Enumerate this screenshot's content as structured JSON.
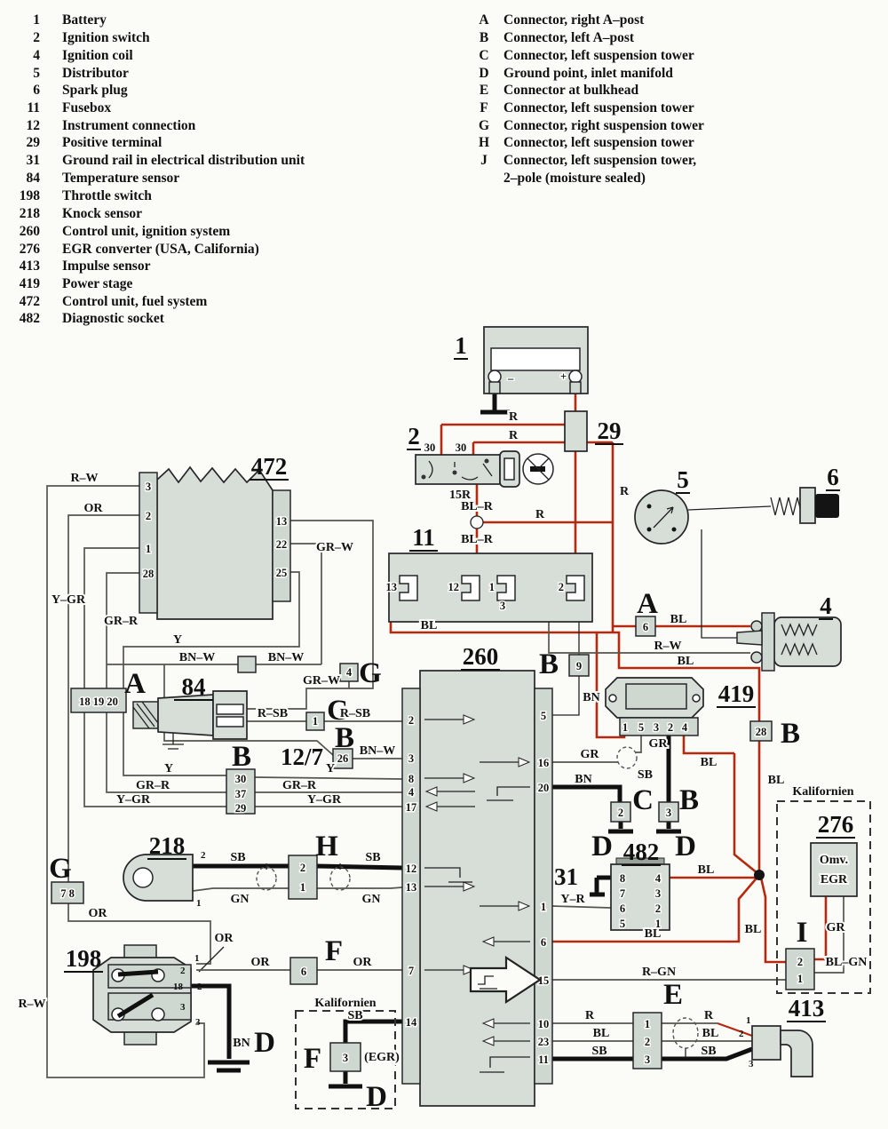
{
  "legend_left": [
    {
      "n": "1",
      "t": "Battery"
    },
    {
      "n": "2",
      "t": "Ignition switch"
    },
    {
      "n": "4",
      "t": "Ignition coil"
    },
    {
      "n": "5",
      "t": "Distributor"
    },
    {
      "n": "6",
      "t": "Spark plug"
    },
    {
      "n": "11",
      "t": "Fusebox"
    },
    {
      "n": "12",
      "t": "Instrument connection"
    },
    {
      "n": "29",
      "t": "Positive terminal"
    },
    {
      "n": "31",
      "t": "Ground rail in electrical distribution unit"
    },
    {
      "n": "84",
      "t": "Temperature sensor"
    },
    {
      "n": "198",
      "t": "Throttle switch"
    },
    {
      "n": "218",
      "t": "Knock sensor"
    },
    {
      "n": "260",
      "t": "Control unit, ignition system"
    },
    {
      "n": "276",
      "t": "EGR converter (USA, California)"
    },
    {
      "n": "413",
      "t": "Impulse sensor"
    },
    {
      "n": "419",
      "t": "Power stage"
    },
    {
      "n": "472",
      "t": "Control unit, fuel system"
    },
    {
      "n": "482",
      "t": "Diagnostic socket"
    }
  ],
  "legend_right": [
    {
      "n": "A",
      "t": "Connector, right A–post"
    },
    {
      "n": "B",
      "t": "Connector, left A–post"
    },
    {
      "n": "C",
      "t": "Connector, left suspension tower"
    },
    {
      "n": "D",
      "t": "Ground point, inlet manifold"
    },
    {
      "n": "E",
      "t": "Connector at bulkhead"
    },
    {
      "n": "F",
      "t": "Connector, left suspension tower"
    },
    {
      "n": "G",
      "t": "Connector, right suspension tower"
    },
    {
      "n": "H",
      "t": "Connector, left suspension tower"
    },
    {
      "n": "J",
      "t": "Connector, left suspension tower,"
    }
  ],
  "legend_right_cont": "2–pole (moisture sealed)",
  "titles": {
    "battery": "1",
    "ignition_switch": "2",
    "pos_terminal": "29",
    "fusebox": "11",
    "distributor": "5",
    "spark_plug": "6",
    "coil": "4",
    "cu_fuel": "472",
    "temp_sensor": "84",
    "cu_ign": "260",
    "power_stage": "419",
    "knock": "218",
    "throttle": "198",
    "diag_socket": "482",
    "egr_conv": "276",
    "impulse": "413"
  },
  "letters": {
    "a": "A",
    "b": "B",
    "c": "C",
    "d": "D",
    "e": "E",
    "f": "F",
    "g": "G",
    "h": "H",
    "i": "I"
  },
  "wire": {
    "r": "R",
    "bl": "BL",
    "rw": "R–W",
    "or": "OR",
    "ygr": "Y–GR",
    "grr": "GR–R",
    "y": "Y",
    "bnw": "BN–W",
    "grw": "GR–W",
    "rsb": "R–SB",
    "blr": "BL–R",
    "gr": "GR",
    "sb": "SB",
    "gn": "GN",
    "bn": "BN",
    "yr": "Y–R",
    "rgn": "R–GN",
    "blgn": "BL–GN"
  },
  "pins": {
    "n1": "1",
    "n2": "2",
    "n3": "3",
    "n4": "4",
    "n5": "5",
    "n6": "6",
    "n7": "7",
    "n8": "8",
    "n9": "9",
    "n10": "10",
    "n11": "11",
    "n12": "12",
    "n13": "13",
    "n14": "14",
    "n15": "15",
    "n16": "16",
    "n17": "17",
    "n18": "18",
    "n20": "20",
    "n22": "22",
    "n23": "23",
    "n25": "25",
    "n26": "26",
    "n28": "28",
    "n29": "29",
    "n30": "30",
    "n31": "31",
    "n37": "37",
    "r15": "15R"
  },
  "rows": {
    "a": "18 19 20",
    "g": "7 8",
    "i127": "12/7"
  },
  "misc": {
    "kalifornien": "Kalifornien",
    "omv": "Omv.",
    "egr": "EGR",
    "egr_paren": "(EGR)",
    "minus": "–",
    "plus": "+"
  }
}
